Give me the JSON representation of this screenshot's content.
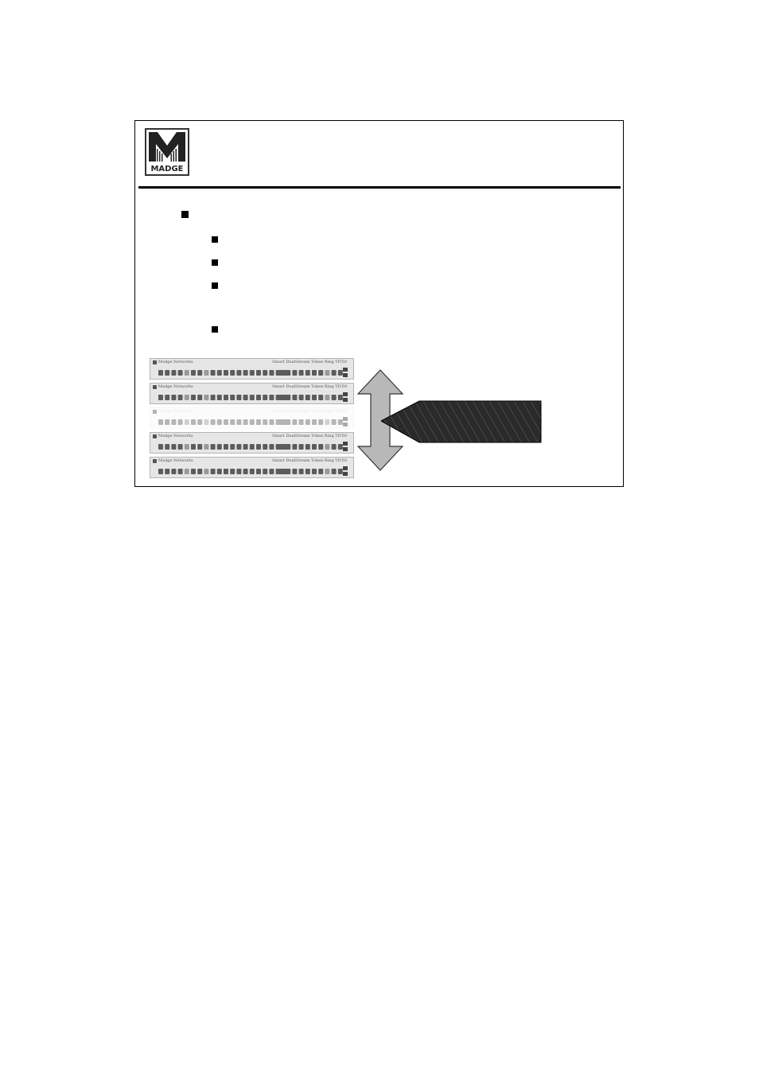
{
  "slide": {
    "logo_label": "MADGE"
  },
  "rack_units": [
    {
      "brand": "Madge Networks",
      "model": "Smart DualStream Token Ring TP/50",
      "faded": false
    },
    {
      "brand": "Madge Networks",
      "model": "Smart DualStream Token Ring TP/50",
      "faded": false
    },
    {
      "brand": "Madge Networks",
      "model": "Smart DualStream Token Ring TP/50",
      "faded": true
    },
    {
      "brand": "Madge Networks",
      "model": "Smart DualStream Token Ring TP/50",
      "faded": false
    },
    {
      "brand": "Madge Networks",
      "model": "Smart DualStream Token Ring TP/50",
      "faded": false
    }
  ],
  "colors": {
    "arrow_fill": "#b8b8b8",
    "callout_fill": "#2a2a2a",
    "panel_fill": "#e6e6e6"
  },
  "icons": {
    "logo": "madge-logo",
    "arrow": "double-headed-vertical-arrow",
    "bullet": "square-bullet"
  }
}
